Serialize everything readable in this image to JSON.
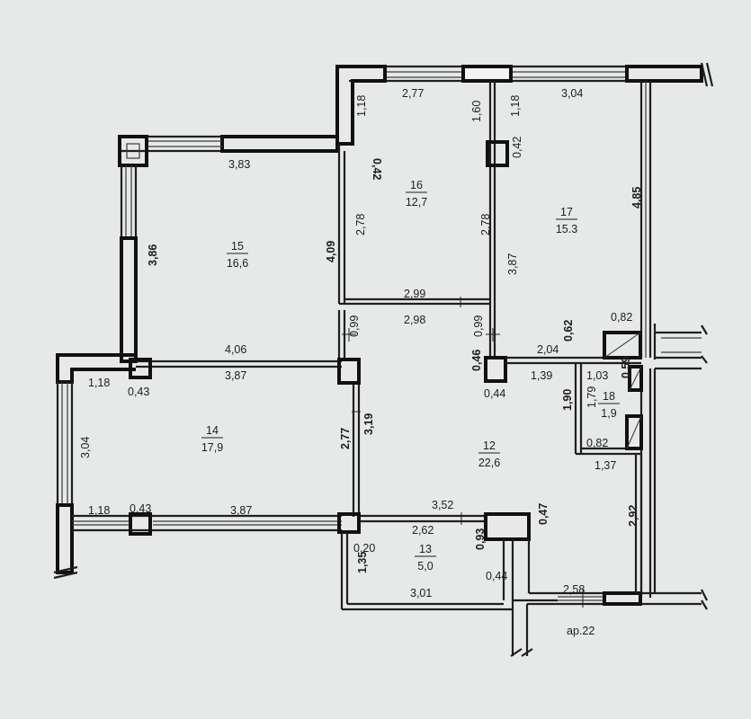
{
  "rooms": [
    {
      "number": "16",
      "area": "12,7"
    },
    {
      "number": "17",
      "area": "15.3"
    },
    {
      "number": "15",
      "area": "16,6"
    },
    {
      "number": "14",
      "area": "17,9"
    },
    {
      "number": "12",
      "area": "22,6"
    },
    {
      "number": "13",
      "area": "5,0"
    },
    {
      "number": "18",
      "area": "1,9"
    }
  ],
  "label": "ар.22",
  "dims": [
    "2,77",
    "3,04",
    "1,18",
    "1,60",
    "1,18",
    "0,42",
    "0,42",
    "3,83",
    "4,85",
    "3,86",
    "4,09",
    "2,78",
    "2,78",
    "3,87",
    "2,99",
    "2,98",
    "0,99",
    "0,99",
    "0,82",
    "0,62",
    "4,06",
    "2,04",
    "0,46",
    "1,39",
    "1,03",
    "0,59",
    "1,18",
    "0,43",
    "3,87",
    "0,44",
    "1,90",
    "1,79",
    "0,82",
    "1,37",
    "3,04",
    "3,19",
    "2,77",
    "1,18",
    "0,43",
    "3,87",
    "3,52",
    "2,62",
    "0,47",
    "2,92",
    "0,20",
    "0,93",
    "1,35",
    "0,44",
    "3,01",
    "2,58"
  ]
}
